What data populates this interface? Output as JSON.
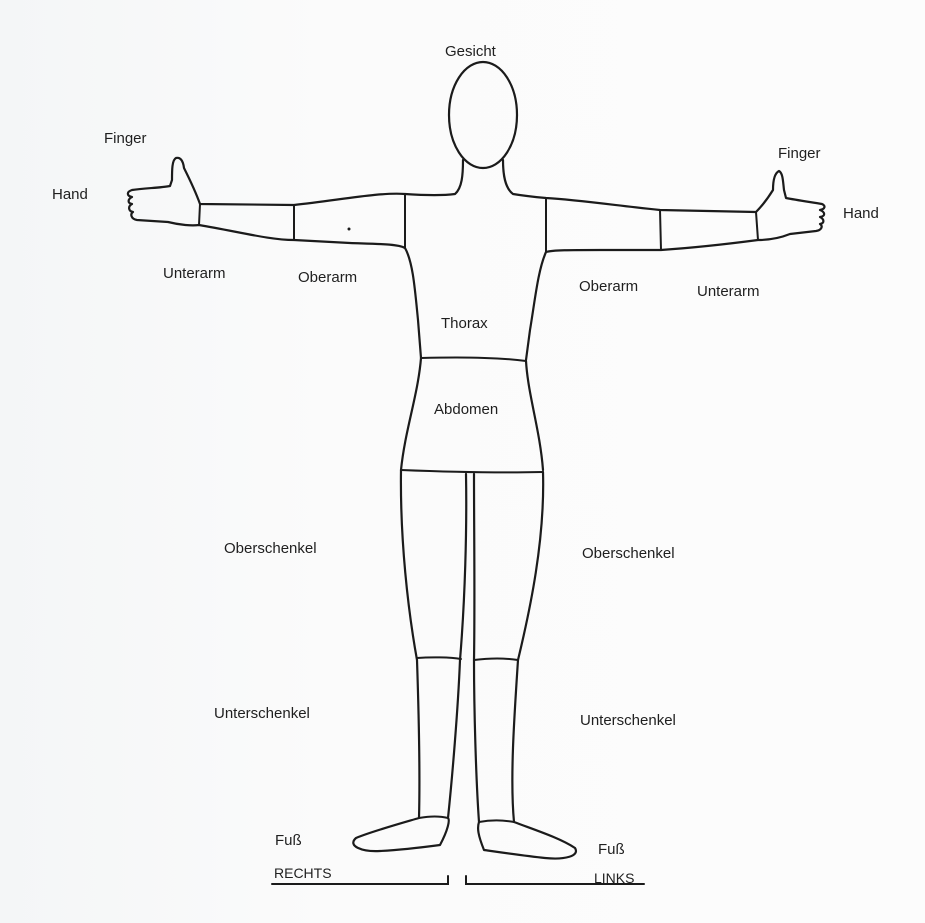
{
  "labels": {
    "head": "Gesicht",
    "right_finger": "Finger",
    "right_hand": "Hand",
    "right_forearm": "Unterarm",
    "right_upper_arm": "Oberarm",
    "left_finger": "Finger",
    "left_hand": "Hand",
    "left_upper_arm": "Oberarm",
    "left_forearm": "Unterarm",
    "thorax": "Thorax",
    "abdomen": "Abdomen",
    "right_thigh": "Oberschenkel",
    "left_thigh": "Oberschenkel",
    "right_lower_leg": "Unterschenkel",
    "left_lower_leg": "Unterschenkel",
    "right_foot": "Fuß",
    "left_foot": "Fuß"
  },
  "sides": {
    "right": "RECHTS",
    "left": "LINKS"
  },
  "colors": {
    "outline": "#1b1b1b",
    "text": "#1f1f1f"
  }
}
